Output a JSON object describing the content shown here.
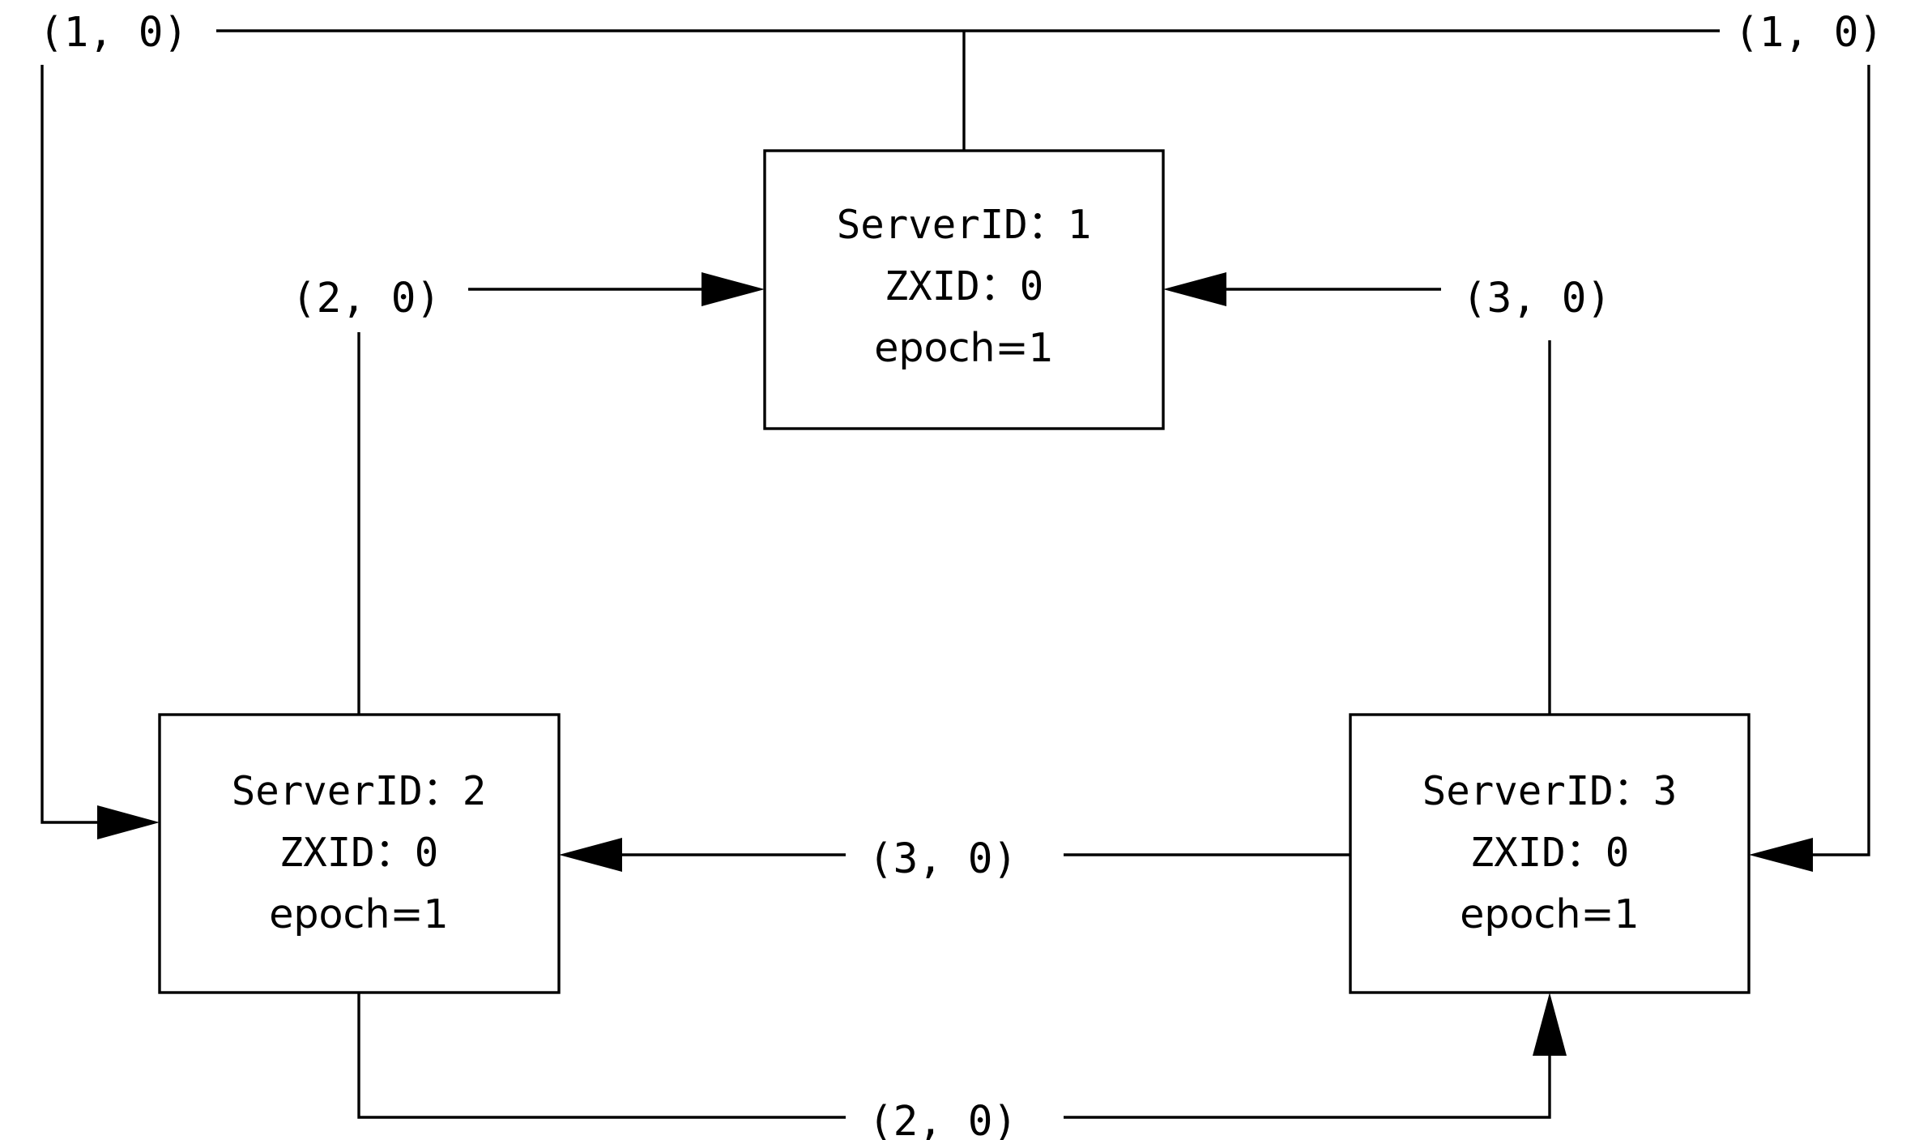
{
  "nodes": {
    "server1": {
      "line1": "ServerID：1",
      "line2": "ZXID：0",
      "line3": "epoch=1"
    },
    "server2": {
      "line1": "ServerID：2",
      "line2": "ZXID：0",
      "line3": "epoch=1"
    },
    "server3": {
      "line1": "ServerID：3",
      "line2": "ZXID：0",
      "line3": "epoch=1"
    }
  },
  "votes": {
    "s1_to_s2": "(1, 0)",
    "s1_to_s3": "(1, 0)",
    "s2_to_s1": "(2, 0)",
    "s3_to_s1": "(3, 0)",
    "s3_to_s2": "(3, 0)",
    "s2_to_s3": "(2, 0)"
  }
}
